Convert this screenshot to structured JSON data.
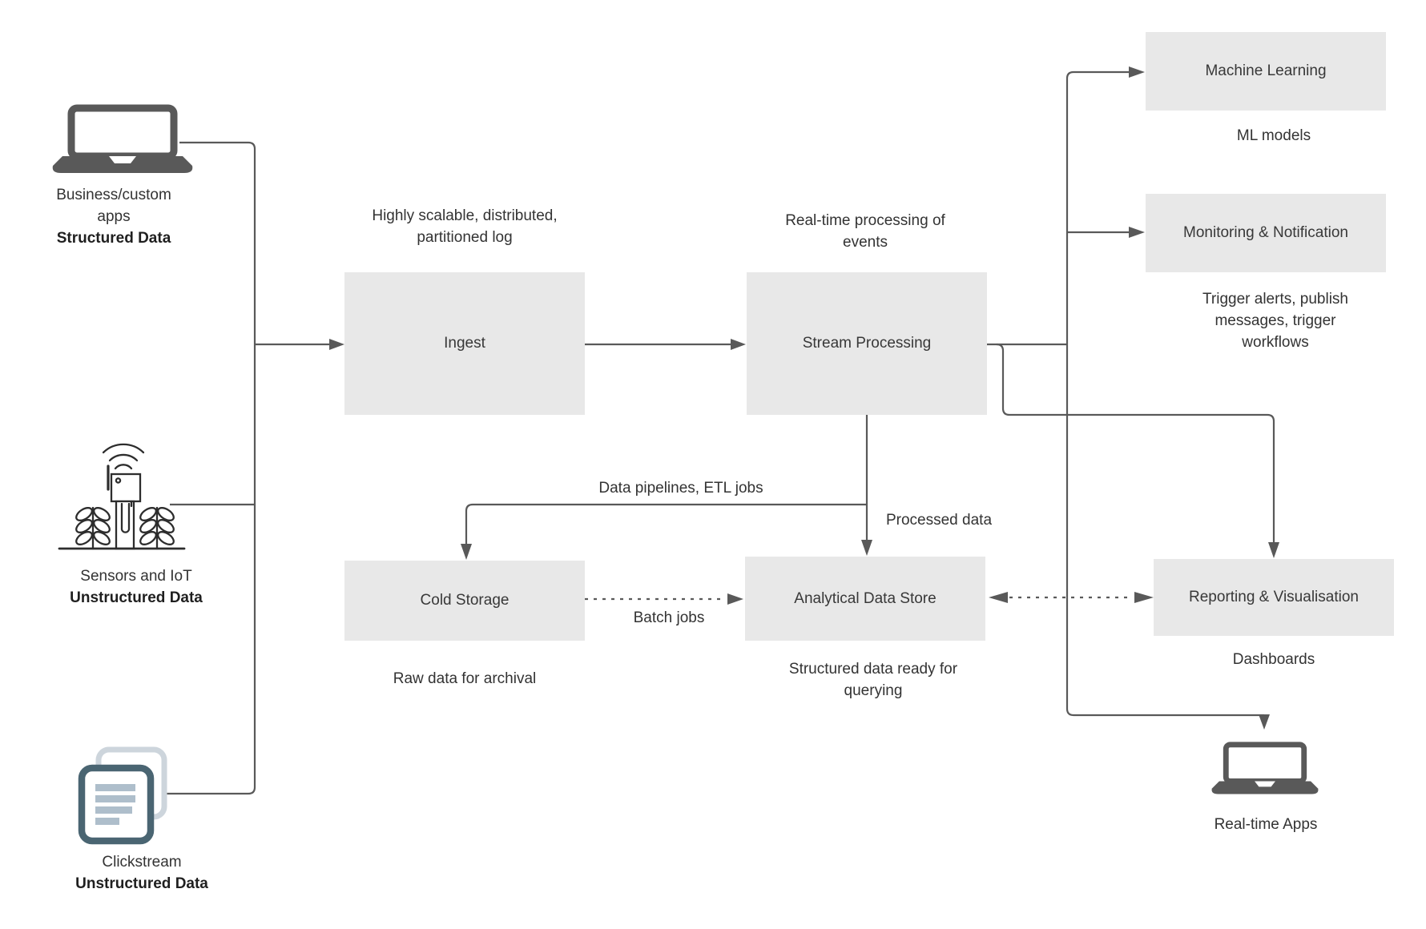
{
  "colors": {
    "node_fill": "#e8e8e8",
    "connector": "#595959",
    "text": "#333333",
    "bold_text": "#1f1f1f",
    "laptop_icon": "#595959",
    "doc_front_stroke": "#4a6572",
    "doc_back_stroke": "#cdd5dc",
    "doc_lines": "#aebecb",
    "sensor_stroke": "#2d2d2d"
  },
  "nodes": {
    "ingest": {
      "label": "Ingest",
      "note": "Highly scalable, distributed, partitioned log"
    },
    "stream_processing": {
      "label": "Stream Processing",
      "note": "Real-time processing of events"
    },
    "machine_learning": {
      "label": "Machine Learning",
      "caption": "ML models"
    },
    "monitoring": {
      "label": "Monitoring & Notification",
      "caption": "Trigger alerts, publish messages, trigger workflows"
    },
    "cold_storage": {
      "label": "Cold Storage",
      "caption": "Raw data for archival"
    },
    "analytical_data_store": {
      "label": "Analytical Data Store",
      "caption": "Structured data ready for querying"
    },
    "reporting": {
      "label": "Reporting & Visualisation",
      "caption": "Dashboards"
    }
  },
  "sources": {
    "business_apps": {
      "name": "Business/custom apps",
      "data_type": "Structured Data",
      "icon": "laptop-icon"
    },
    "sensors_iot": {
      "name": "Sensors and IoT",
      "data_type": "Unstructured Data",
      "icon": "iot-sensor-icon"
    },
    "clickstream": {
      "name": "Clickstream",
      "data_type": "Unstructured Data",
      "icon": "documents-icon"
    }
  },
  "sinks": {
    "realtime_apps": {
      "name": "Real-time Apps",
      "icon": "laptop-icon"
    }
  },
  "edge_labels": {
    "etl": "Data pipelines, ETL jobs",
    "processed": "Processed data",
    "batch": "Batch jobs"
  }
}
